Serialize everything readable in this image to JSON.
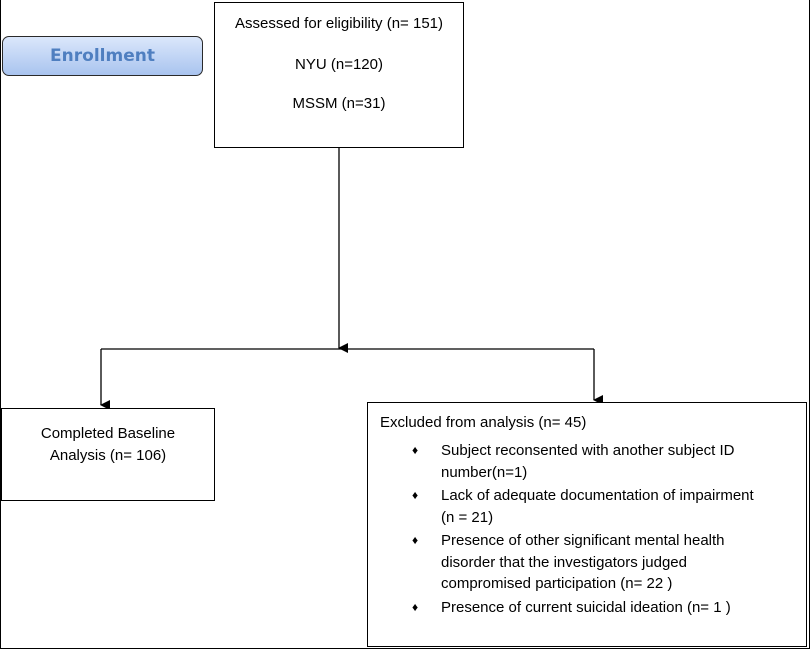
{
  "stage_label": "Enrollment",
  "assessed": {
    "title": "Assessed for eligibility (n= 151)",
    "site1": "NYU (n=120)",
    "site2": "MSSM (n=31)"
  },
  "completed": {
    "line1": "Completed Baseline",
    "line2": "Analysis (n= 106)"
  },
  "excluded": {
    "title": "Excluded from analysis (n= 45)",
    "bullet_icon": "diamond-bullet-icon",
    "items": [
      {
        "line1": "Subject reconsented with another subject ID",
        "line2": "number(n=1)"
      },
      {
        "line1": "Lack of adequate documentation of impairment",
        "line2": "(n = 21)"
      },
      {
        "line1": "Presence of other significant mental health",
        "line2": "disorder that the investigators judged",
        "line3": "compromised participation (n= 22 )"
      },
      {
        "line1": "Presence of current suicidal ideation (n= 1 )"
      }
    ]
  },
  "colors": {
    "label_text": "#4f7fc0",
    "label_fill_top": "#dbe7fb",
    "label_fill_bottom": "#a9c4ef"
  }
}
